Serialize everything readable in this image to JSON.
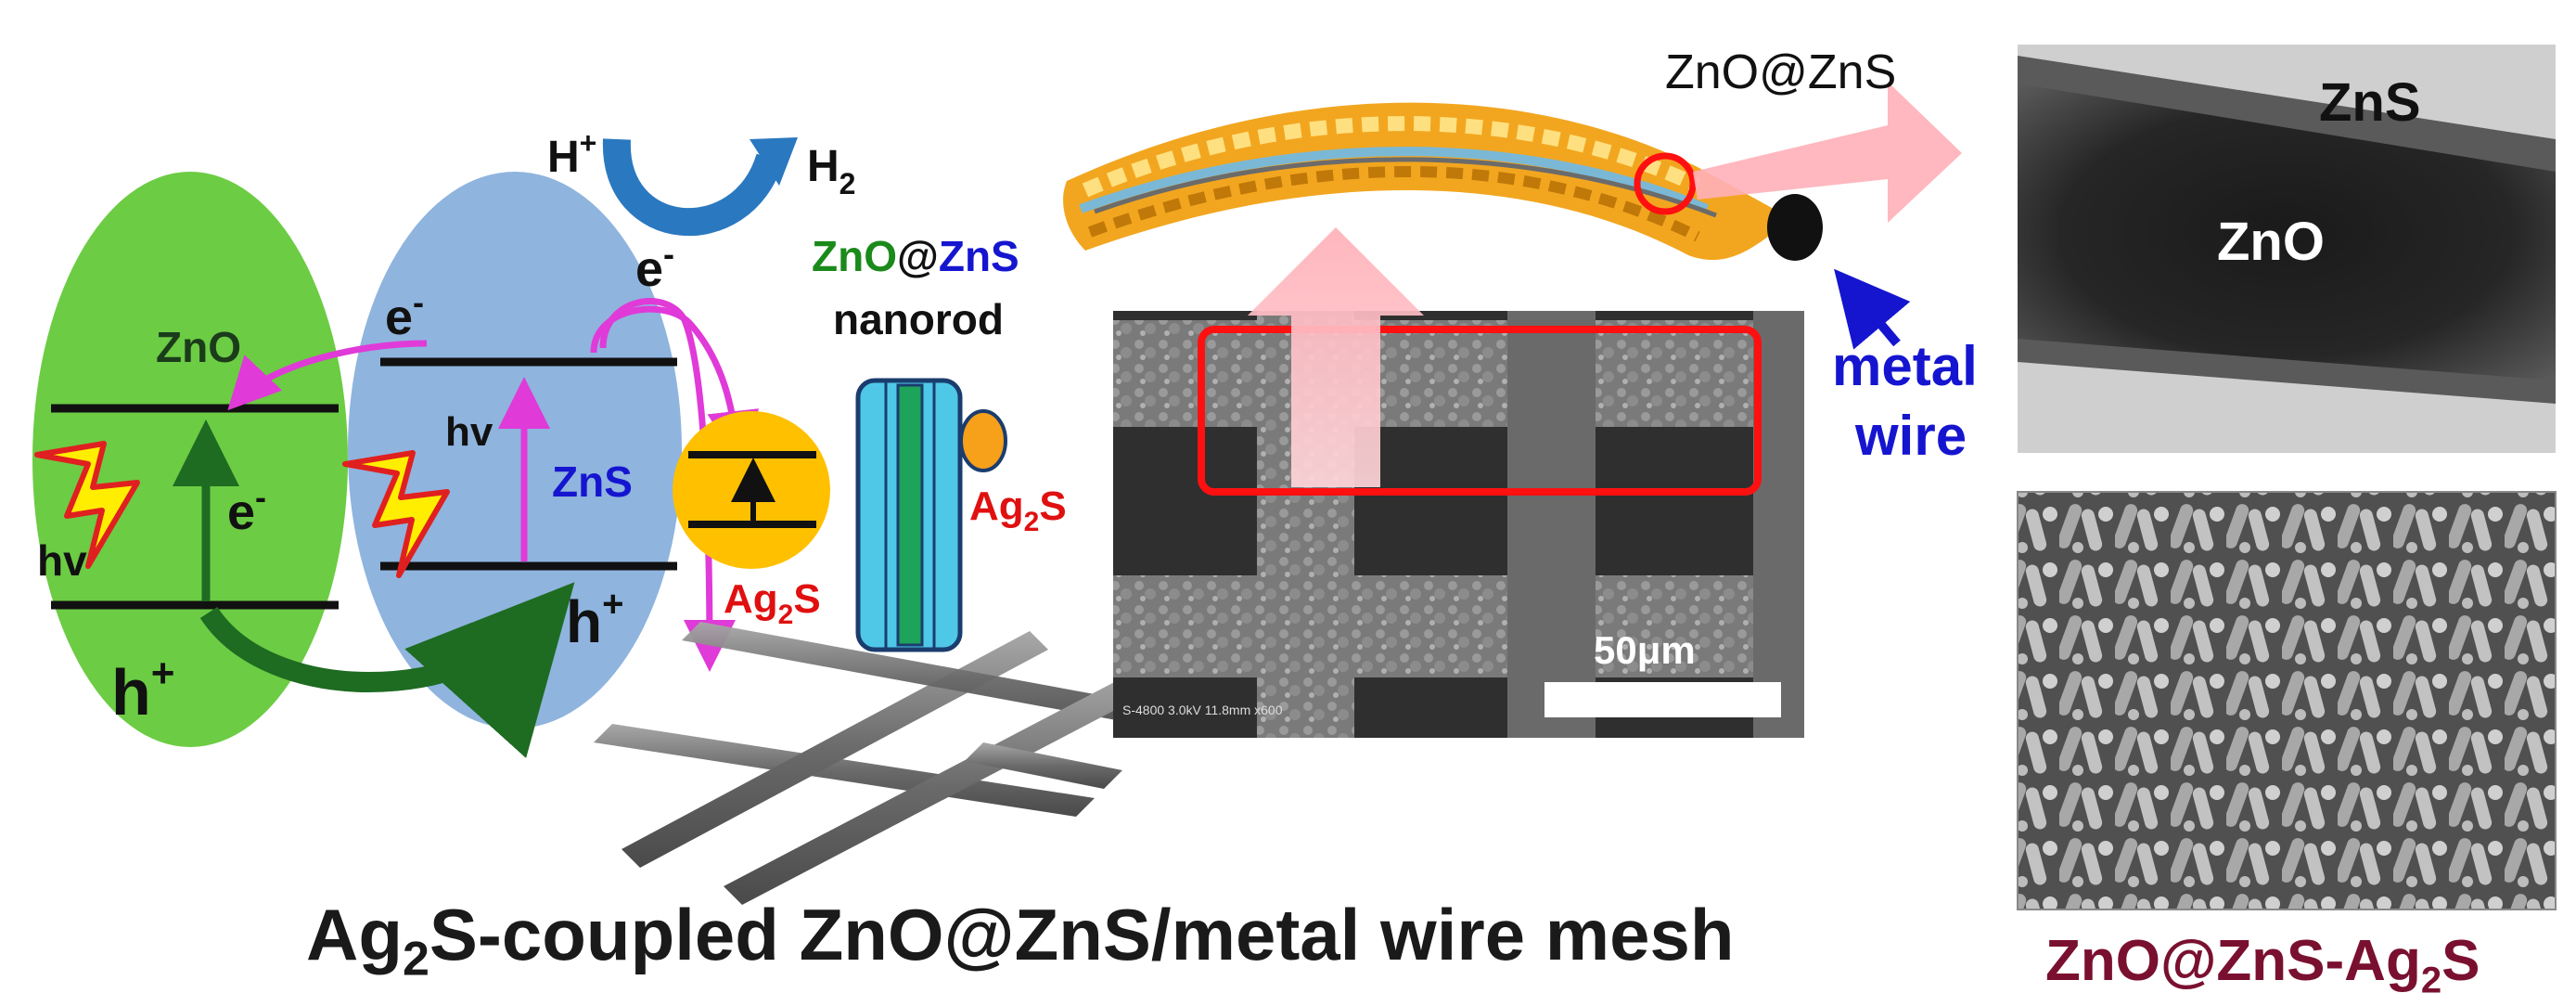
{
  "diagram": {
    "left": {
      "zno_label": "ZnO",
      "electron": "e",
      "electron_sup": "-",
      "hole": "h",
      "hole_sup": "+",
      "photon": "hv"
    },
    "middle": {
      "zns_label": "ZnS",
      "photon": "hv",
      "hole": "h",
      "hole_sup": "+",
      "electron": "e",
      "electron_sup": "-"
    },
    "reaction": {
      "reactant": "H",
      "reactant_sup": "+",
      "product": "H",
      "product_sub": "2"
    },
    "ag2s_particle": {
      "label_base": "Ag",
      "label_sub": "2",
      "label_tail": "S"
    },
    "nanorod": {
      "label_zno": "ZnO",
      "label_at": "@",
      "label_zns": "ZnS",
      "label_line2": "nanorod",
      "ag2s_base": "Ag",
      "ag2s_sub": "2",
      "ag2s_tail": "S"
    },
    "sem": {
      "scale_bar": "50μm",
      "info": "S-4800 3.0kV 11.8mm x600"
    },
    "wire": {
      "label": "ZnO@ZnS",
      "metal_line1": "metal",
      "metal_line2": "wire"
    },
    "tem": {
      "zns": "ZnS",
      "zno": "ZnO"
    },
    "bottom_caption": {
      "part1": "Ag",
      "sub": "2",
      "part2": "S-coupled ZnO@ZnS/metal wire mesh"
    },
    "sem_caption": {
      "part1": "ZnO@ZnS-Ag",
      "sub": "2",
      "part2": "S"
    }
  },
  "colors": {
    "zno_green": "#6ccc44",
    "zns_blue": "#8fb4de",
    "magenta_arrow": "#e03ad8",
    "dark_green_arrow": "#1e6b22",
    "ag2s_orange": "#ffc000",
    "red_label": "#e01010",
    "blue_label": "#1515d0",
    "green_label": "#1a8a1a"
  }
}
